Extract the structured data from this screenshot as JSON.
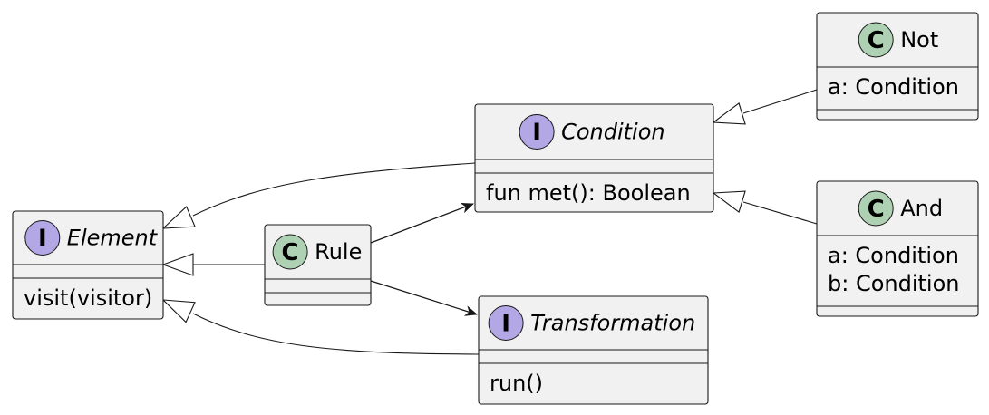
{
  "diagram": {
    "classes": [
      {
        "id": "element",
        "stereotype": "I",
        "name": "Element",
        "abstract": true,
        "fields": [],
        "methods": [
          "visit(visitor)"
        ]
      },
      {
        "id": "rule",
        "stereotype": "C",
        "name": "Rule",
        "abstract": false,
        "fields": [],
        "methods": []
      },
      {
        "id": "condition",
        "stereotype": "I",
        "name": "Condition",
        "abstract": true,
        "fields": [],
        "methods": [
          "fun met(): Boolean"
        ]
      },
      {
        "id": "transformation",
        "stereotype": "I",
        "name": "Transformation",
        "abstract": true,
        "fields": [],
        "methods": [
          "run()"
        ]
      },
      {
        "id": "not",
        "stereotype": "C",
        "name": "Not",
        "abstract": false,
        "fields": [
          "a: Condition"
        ],
        "methods": []
      },
      {
        "id": "and",
        "stereotype": "C",
        "name": "And",
        "abstract": false,
        "fields": [
          "a: Condition",
          "b: Condition"
        ],
        "methods": []
      }
    ],
    "relations": [
      {
        "from": "condition",
        "to": "element",
        "kind": "inheritance"
      },
      {
        "from": "rule",
        "to": "element",
        "kind": "inheritance"
      },
      {
        "from": "transformation",
        "to": "element",
        "kind": "inheritance"
      },
      {
        "from": "rule",
        "to": "condition",
        "kind": "association"
      },
      {
        "from": "rule",
        "to": "transformation",
        "kind": "association"
      },
      {
        "from": "not",
        "to": "condition",
        "kind": "inheritance"
      },
      {
        "from": "and",
        "to": "condition",
        "kind": "inheritance"
      }
    ],
    "colors": {
      "box_fill": "#f1f1f1",
      "border": "#181818",
      "interface_badge": "#b4a7e5",
      "class_badge": "#add1b2"
    }
  }
}
